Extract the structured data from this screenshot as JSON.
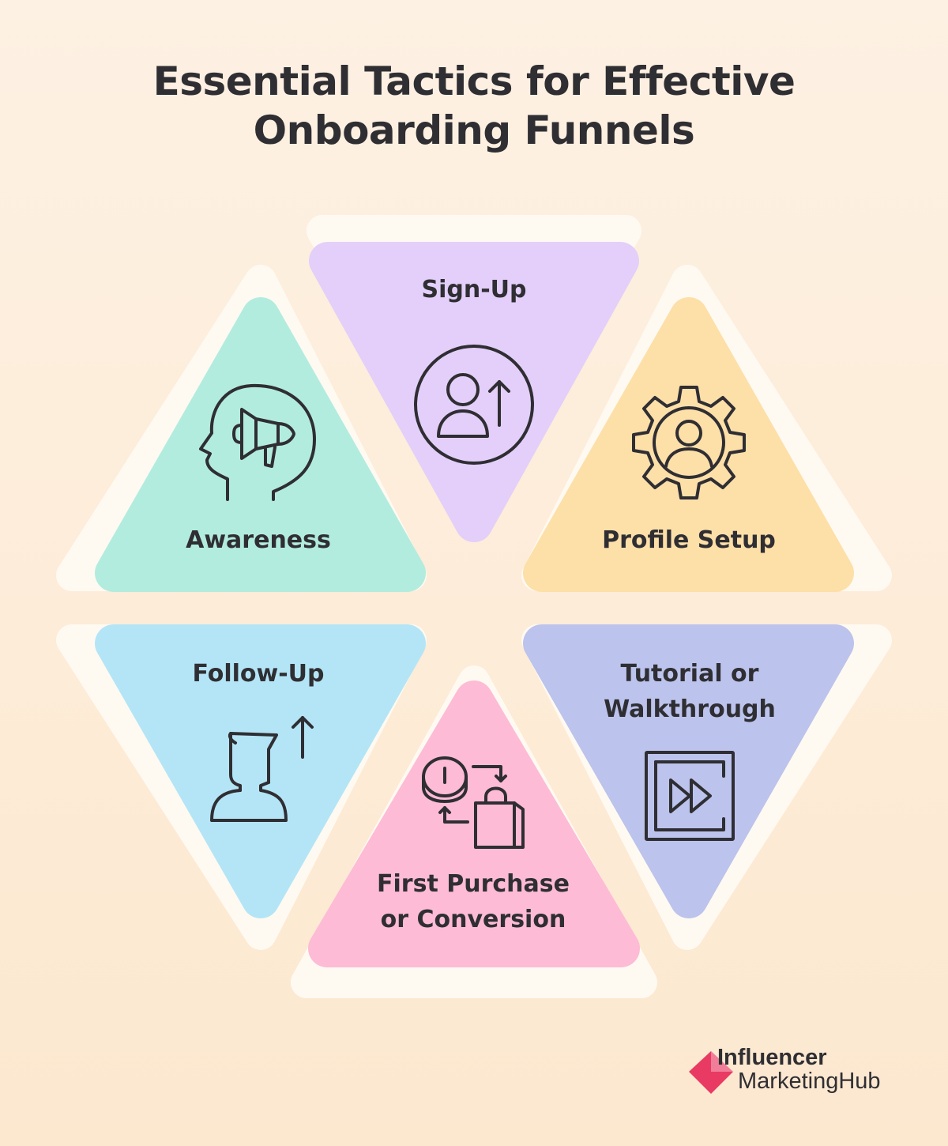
{
  "title": {
    "line1": "Essential Tactics for Effective",
    "line2": "Onboarding Funnels"
  },
  "segments": {
    "awareness": {
      "label": "Awareness",
      "color": "#b2ecdf",
      "icon": "head-megaphone-icon"
    },
    "signup": {
      "label": "Sign-Up",
      "color": "#e3cff9",
      "icon": "user-arrow-up-icon"
    },
    "profile": {
      "label": "Profile Setup",
      "color": "#fddfa8",
      "icon": "gear-user-icon"
    },
    "followup": {
      "label": "Follow-Up",
      "color": "#b4e5f6",
      "icon": "person-arrow-up-icon"
    },
    "purchase": {
      "label_line1": "First Purchase",
      "label_line2": "or Conversion",
      "color": "#fdbbd6",
      "icon": "coin-shopping-bag-icon"
    },
    "tutorial": {
      "label_line1": "Tutorial or",
      "label_line2": "Walkthrough",
      "color": "#bcc3ec",
      "icon": "fast-forward-screen-icon"
    }
  },
  "brand": {
    "line1": "Influencer",
    "line2": "MarketingHub",
    "color": "#e83a63"
  }
}
